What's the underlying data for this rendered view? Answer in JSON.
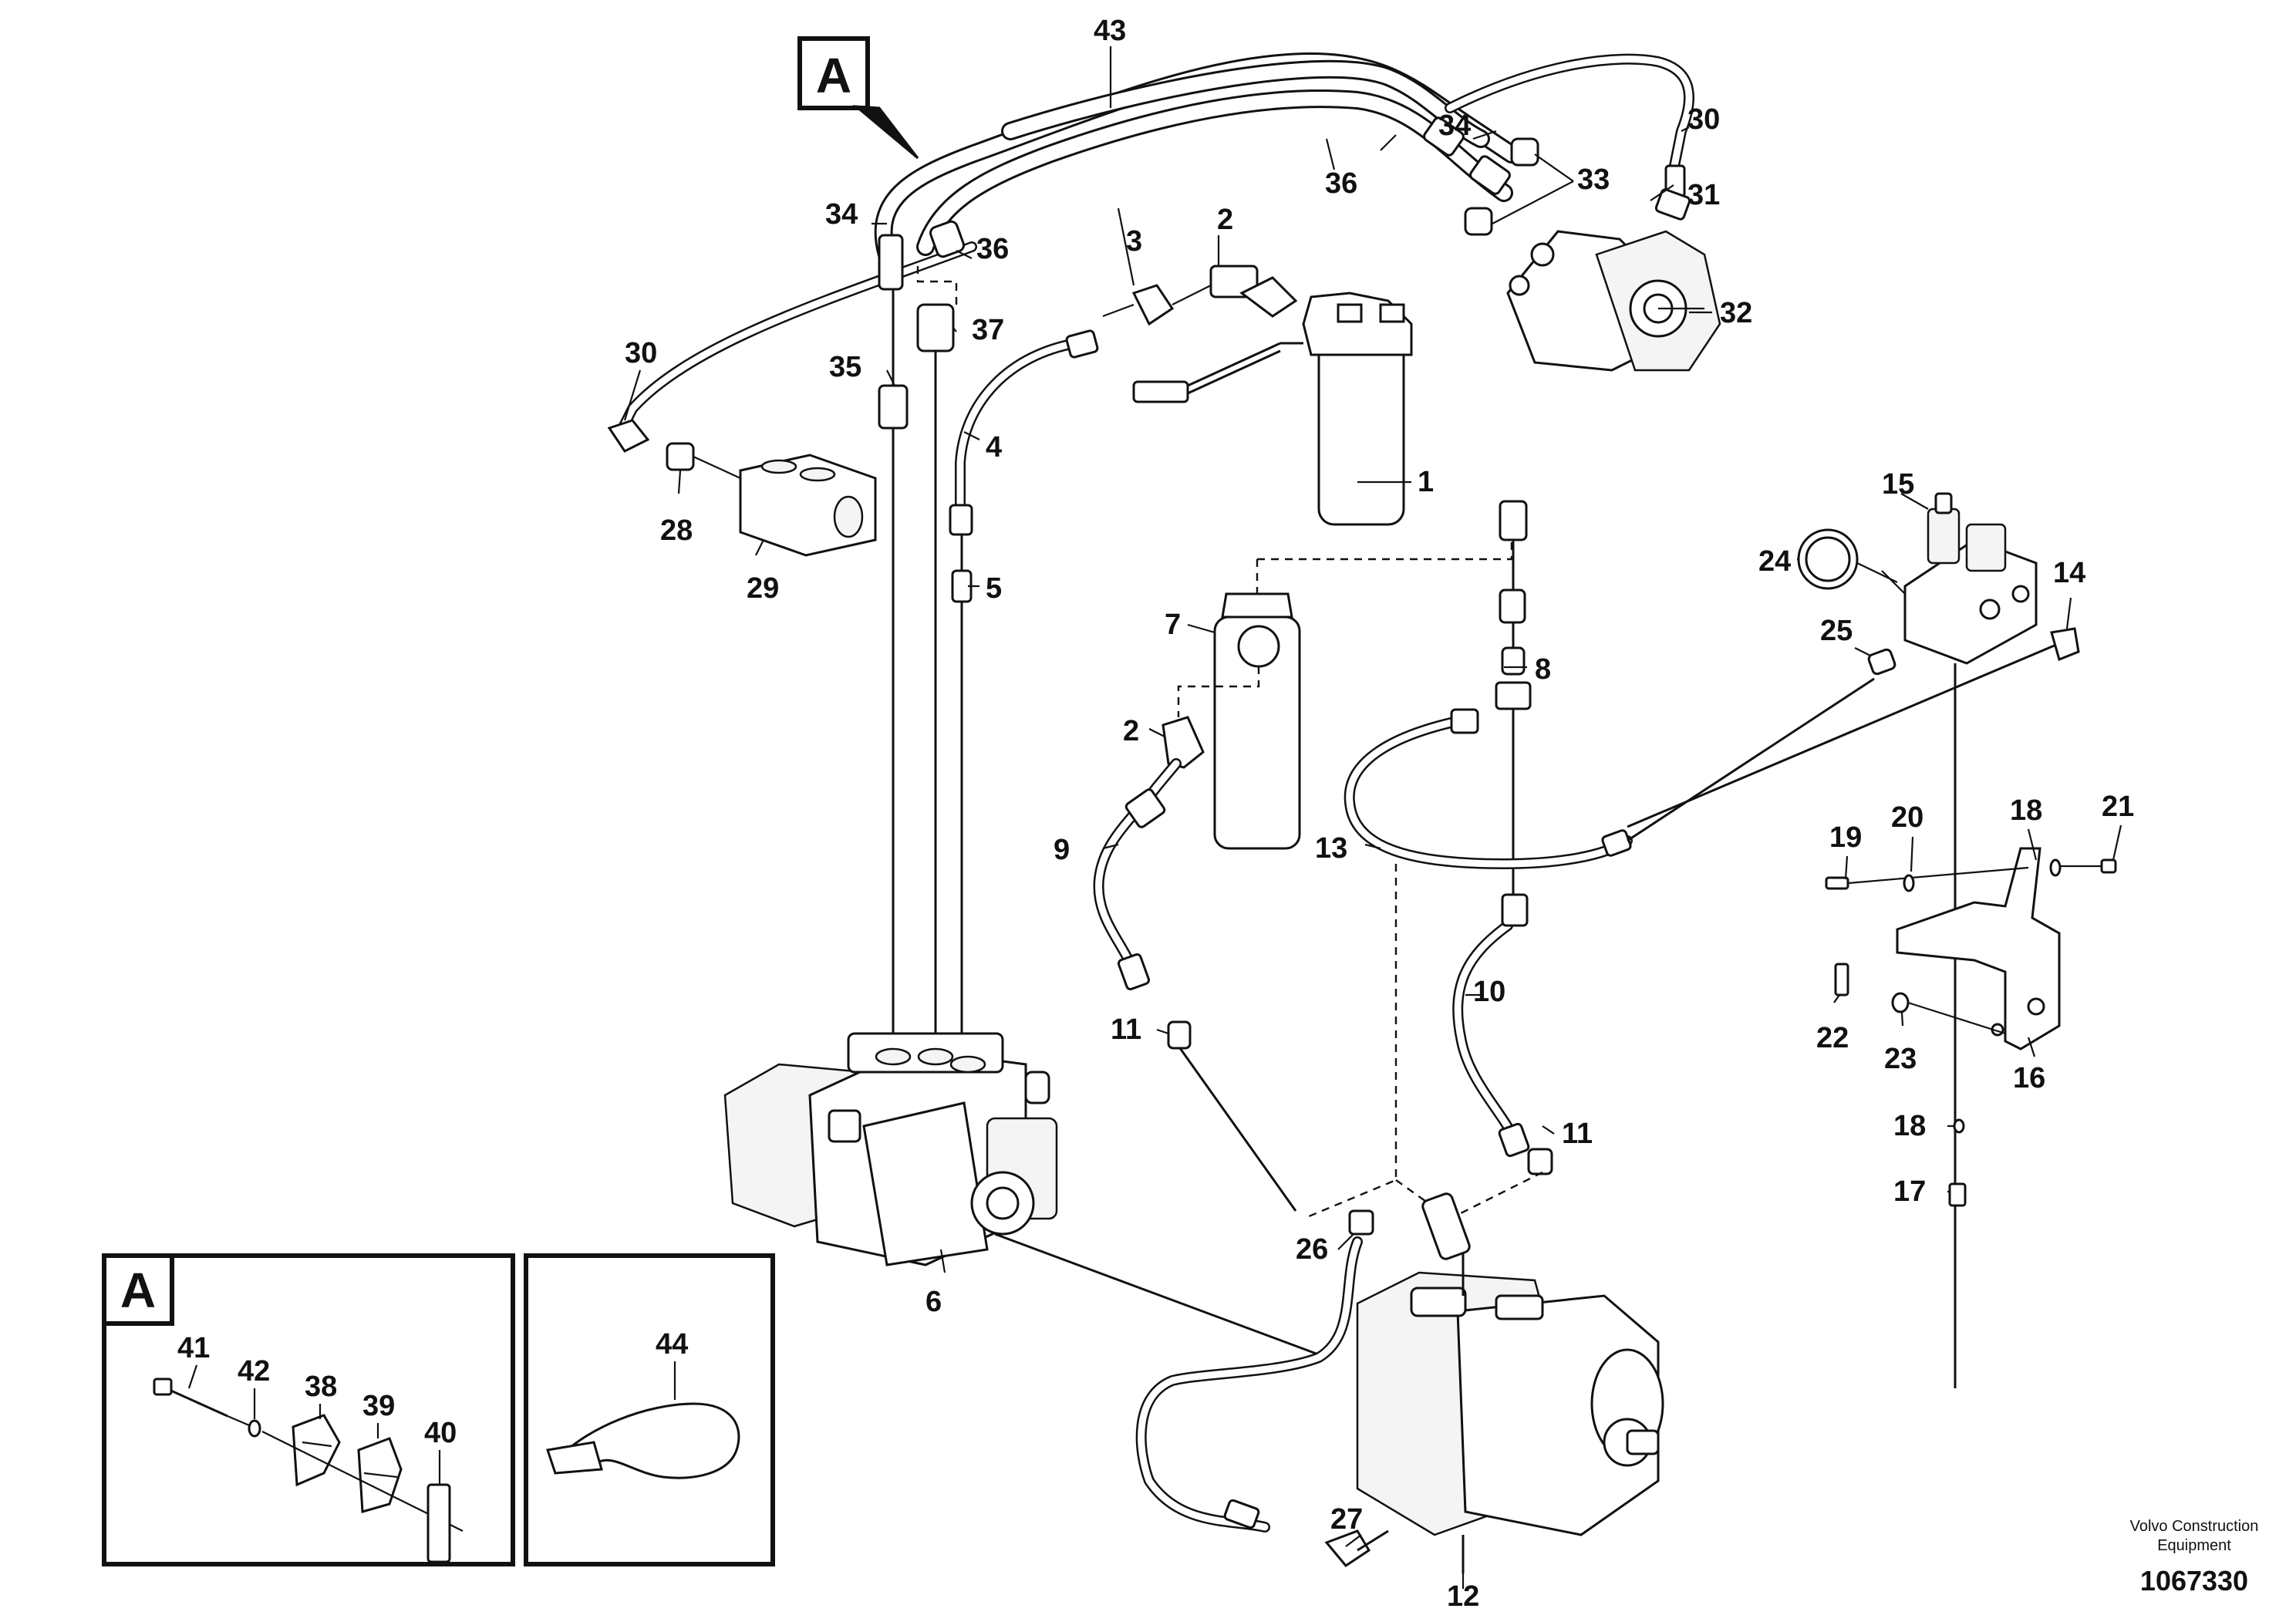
{
  "detail_marker": "A",
  "callouts": {
    "c1": "1",
    "c2a": "2",
    "c2b": "2",
    "c3": "3",
    "c4": "4",
    "c5": "5",
    "c6": "6",
    "c7": "7",
    "c8": "8",
    "c9": "9",
    "c10": "10",
    "c11a": "11",
    "c11b": "11",
    "c12": "12",
    "c13": "13",
    "c14": "14",
    "c15": "15",
    "c16": "16",
    "c17": "17",
    "c18a": "18",
    "c18b": "18",
    "c19": "19",
    "c20": "20",
    "c21": "21",
    "c22": "22",
    "c23": "23",
    "c24": "24",
    "c25": "25",
    "c26": "26",
    "c27": "27",
    "c28": "28",
    "c29": "29",
    "c30a": "30",
    "c30b": "30",
    "c31": "31",
    "c32": "32",
    "c33": "33",
    "c34a": "34",
    "c34b": "34",
    "c35": "35",
    "c36a": "36",
    "c36b": "36",
    "c37": "37",
    "c38": "38",
    "c39": "39",
    "c40": "40",
    "c41": "41",
    "c42": "42",
    "c43": "43",
    "c44": "44"
  },
  "footer": {
    "brand_line1": "Volvo Construction",
    "brand_line2": "Equipment",
    "doc_number": "1067330"
  }
}
